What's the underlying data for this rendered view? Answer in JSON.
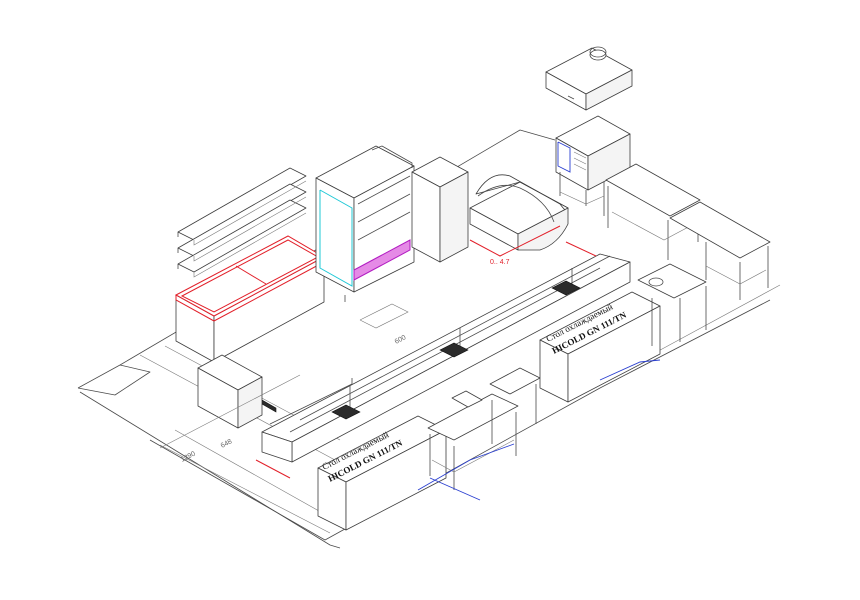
{
  "labels": {
    "left_station_line1": "Стол охлаждаемый",
    "left_station_line2": "HICOLD GN 111/TN",
    "right_station_line1": "Стол охлаждаемый",
    "right_station_line2": "HICOLD GN 111/TN"
  },
  "dimensions": {
    "d1": "648",
    "d2": "1290",
    "d3": "600",
    "d4": "0.. 4.7"
  },
  "colors": {
    "lines": "#3d3d3d",
    "highlight_red": "#e2202a",
    "highlight_blue": "#2a3fd0",
    "highlight_cyan": "#1fc8d6",
    "highlight_magenta": "#b21cc2"
  }
}
